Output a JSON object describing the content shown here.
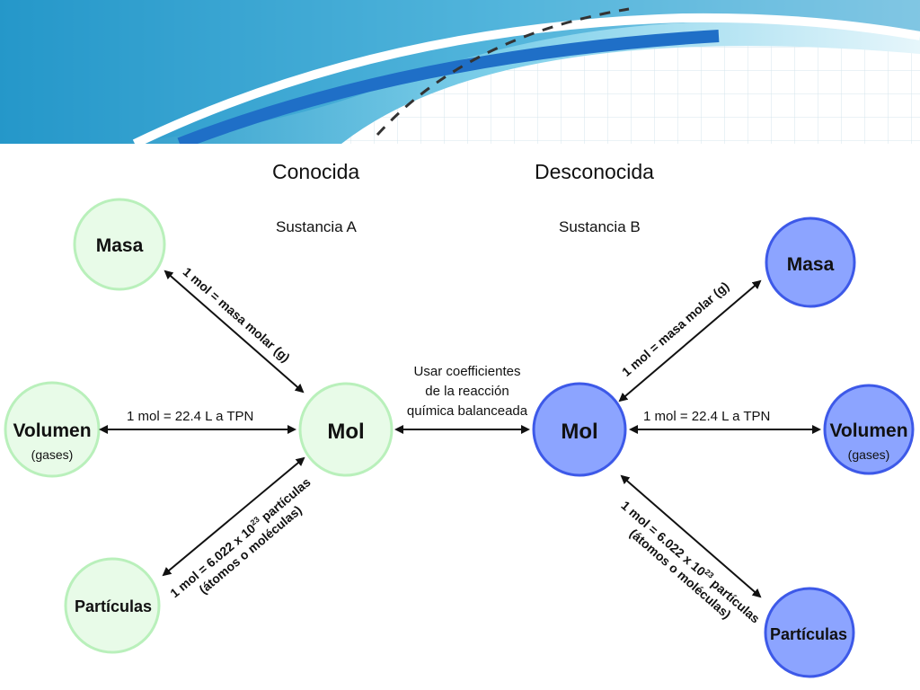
{
  "columns": {
    "left_title": "Conocida",
    "right_title": "Desconocida",
    "left_sub": "Sustancia A",
    "right_sub": "Sustancia B"
  },
  "colors": {
    "known_fill": "#e8fbe8",
    "known_stroke": "#b9f0bb",
    "unknown_fill": "#8ca4ff",
    "unknown_stroke": "#3d59e8"
  },
  "nodes": {
    "left_masa": "Masa",
    "left_volumen": "Volumen",
    "left_gases": "(gases)",
    "left_mol": "Mol",
    "left_particulas": "Partículas",
    "right_masa": "Masa",
    "right_volumen": "Volumen",
    "right_gases": "(gases)",
    "right_mol": "Mol",
    "right_particulas": "Partículas"
  },
  "relations": {
    "masa_molar": "1 mol  = masa molar (g)",
    "masa_molar_right": "1 mol  =  masa molar (g)",
    "volumen": "1 mol  =  22.4 L a TPN",
    "particulas_prefix": "1 mol  =  6.022 x 10",
    "particulas_exp": "23",
    "particulas_suffix": " partículas",
    "particulas_detail": "(átomos o moléculas)",
    "coef_line1": "Usar coefficientes",
    "coef_line2": "de la reacción",
    "coef_line3": "química balanceada"
  }
}
